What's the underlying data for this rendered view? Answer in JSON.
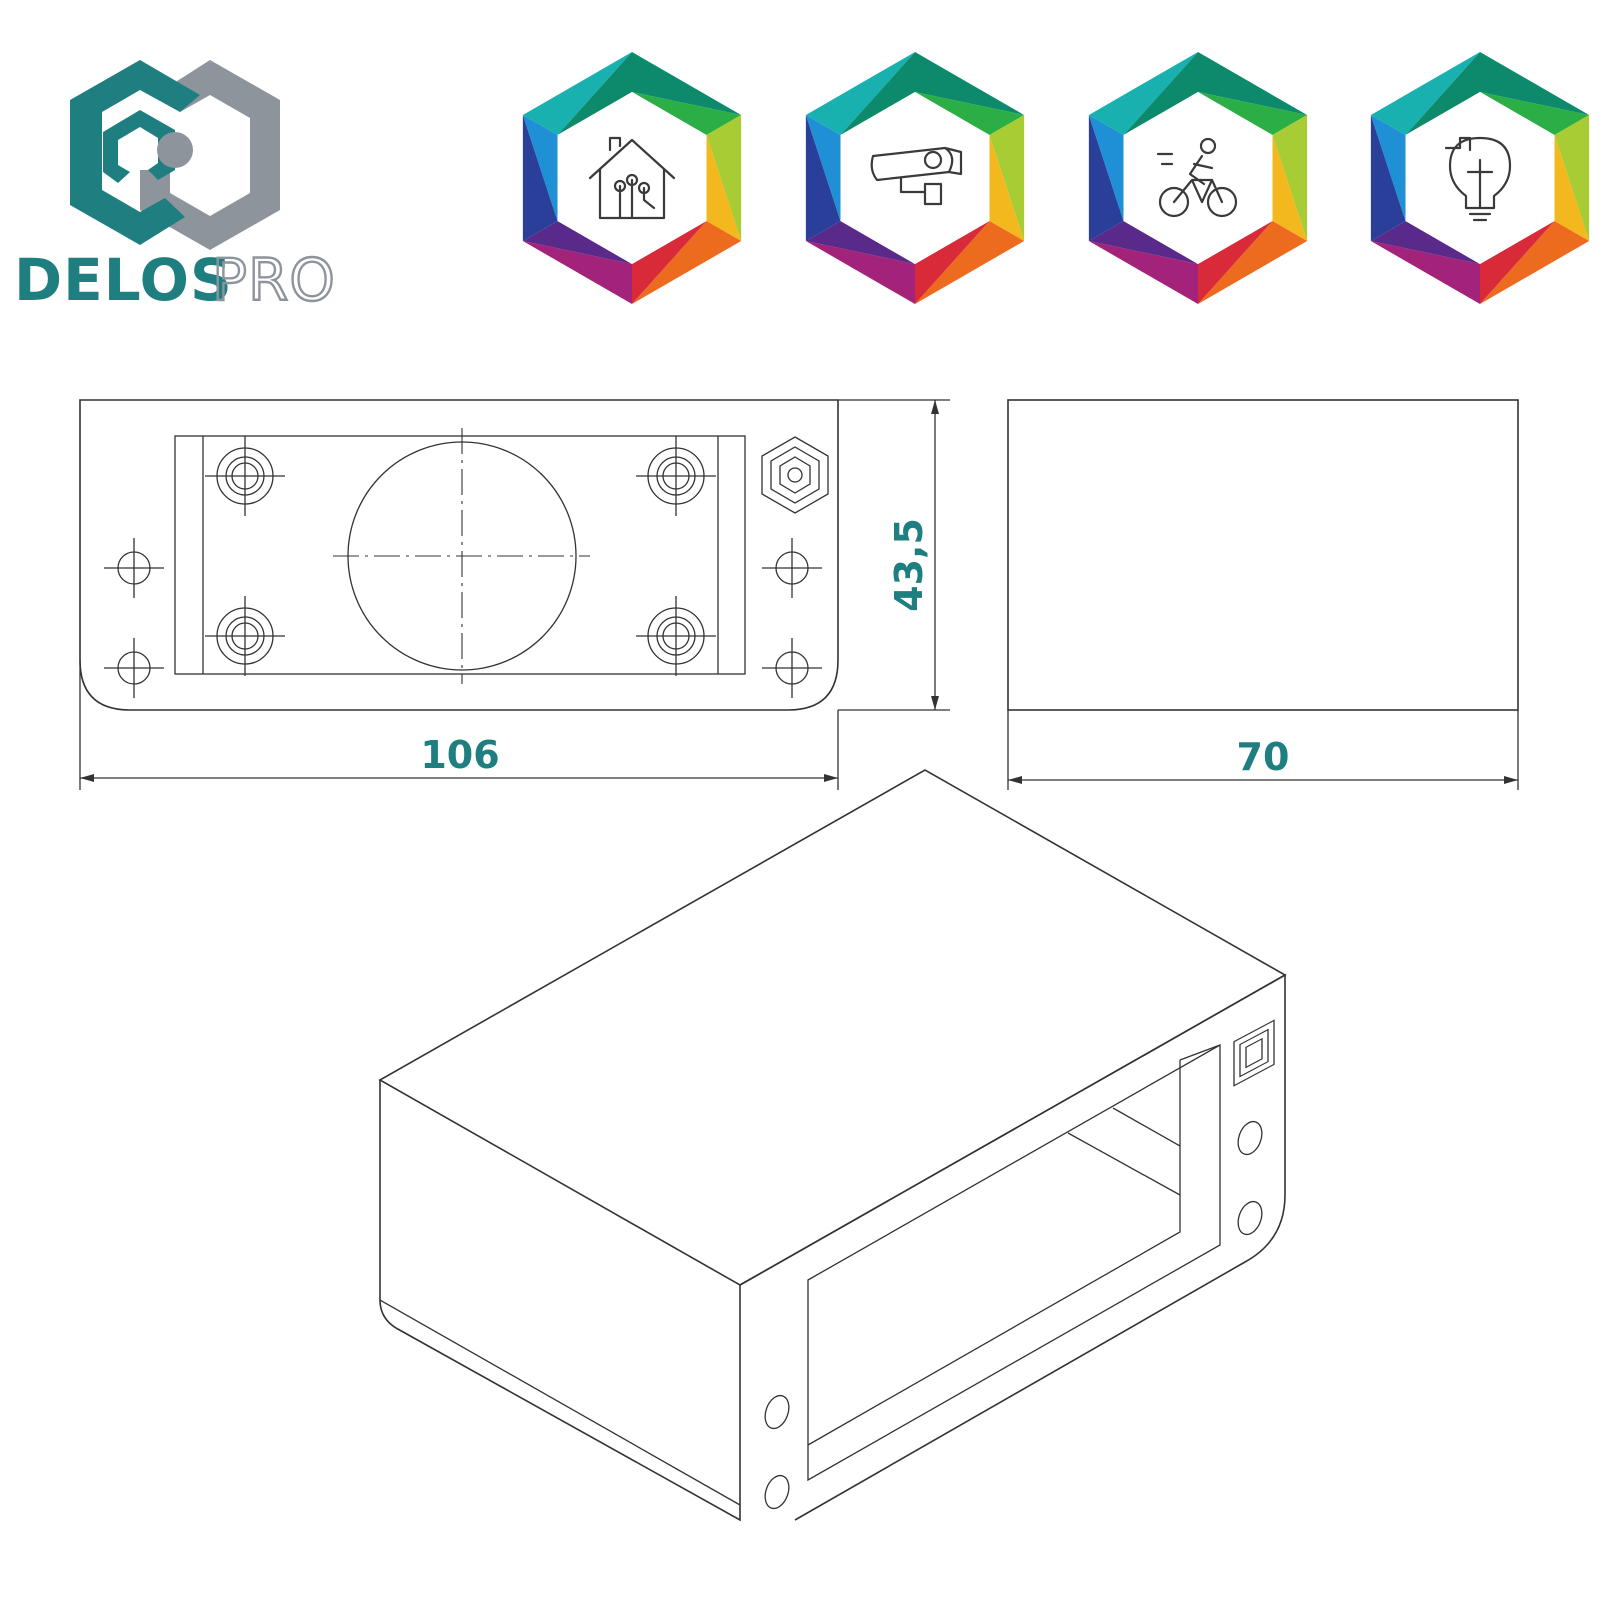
{
  "logo": {
    "text_bold": "DELOS",
    "text_outline": "PRO",
    "colors": {
      "teal": "#1f7f80",
      "gray": "#8d949b"
    }
  },
  "feature_icons": [
    {
      "name": "smart-home-icon"
    },
    {
      "name": "security-camera-icon"
    },
    {
      "name": "cyclist-icon"
    },
    {
      "name": "lightbulb-puzzle-icon"
    }
  ],
  "hexagon_colors": [
    "#0d8a6b",
    "#2cae47",
    "#a8cc33",
    "#f2b81e",
    "#ec6b1f",
    "#d92a3a",
    "#a3237a",
    "#5a2a8a",
    "#2a3f9a",
    "#1f8fd6",
    "#18b1b0"
  ],
  "dimensions": {
    "width": "106",
    "height": "43,5",
    "depth": "70"
  },
  "accent_color": "#1f7f80"
}
